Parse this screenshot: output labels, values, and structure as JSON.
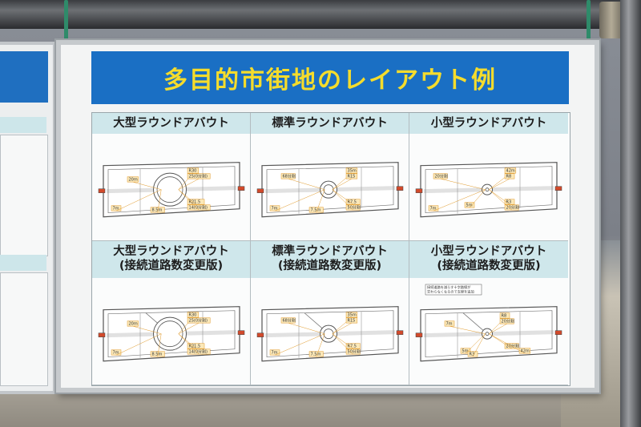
{
  "sign": {
    "title": "多目的市街地のレイアウト例",
    "panels": [
      {
        "heading": [
          "大型ラウンドアバウト"
        ],
        "labels": [
          "R30",
          "25(0分割)",
          "20m",
          "7m",
          "8.5m",
          "R21.5",
          "14(0分割)"
        ]
      },
      {
        "heading": [
          "標準ラウンドアバウト"
        ],
        "labels": [
          "35m",
          "R15",
          "68分割",
          "7m",
          "7.5m",
          "R7.5",
          "50分割"
        ]
      },
      {
        "heading": [
          "小型ラウンドアバウト"
        ],
        "labels": [
          "42m",
          "R8",
          "20分割",
          "7m",
          "5m",
          "R3",
          "20分割"
        ]
      },
      {
        "heading": [
          "大型ラウンドアバウト",
          "(接続道路数変更版)"
        ],
        "labels": [
          "R30",
          "25(0分割)",
          "20m",
          "7m",
          "8.5m",
          "R21.5",
          "14(0分割)"
        ]
      },
      {
        "heading": [
          "標準ラウンドアバウト",
          "(接続道路数変更版)"
        ],
        "labels": [
          "35m",
          "R15",
          "68分割",
          "7m",
          "7.5m",
          "R7.5",
          "50分割"
        ]
      },
      {
        "heading": [
          "小型ラウンドアバウト",
          "(接続道路数変更版)"
        ],
        "labels": [
          "R8",
          "20分割",
          "7m",
          "5m",
          "R3",
          "20分割",
          "42m"
        ],
        "note": [
          "接続道路を減らす十字路線が",
          "交わらなくなるので支線を追加"
        ]
      }
    ]
  },
  "colors": {
    "banner": "#1a6fc4",
    "title": "#f5dc2c",
    "header": "#cfe7eb",
    "label_fill": "#fbe8b8",
    "label_stroke": "#e09a2a"
  }
}
